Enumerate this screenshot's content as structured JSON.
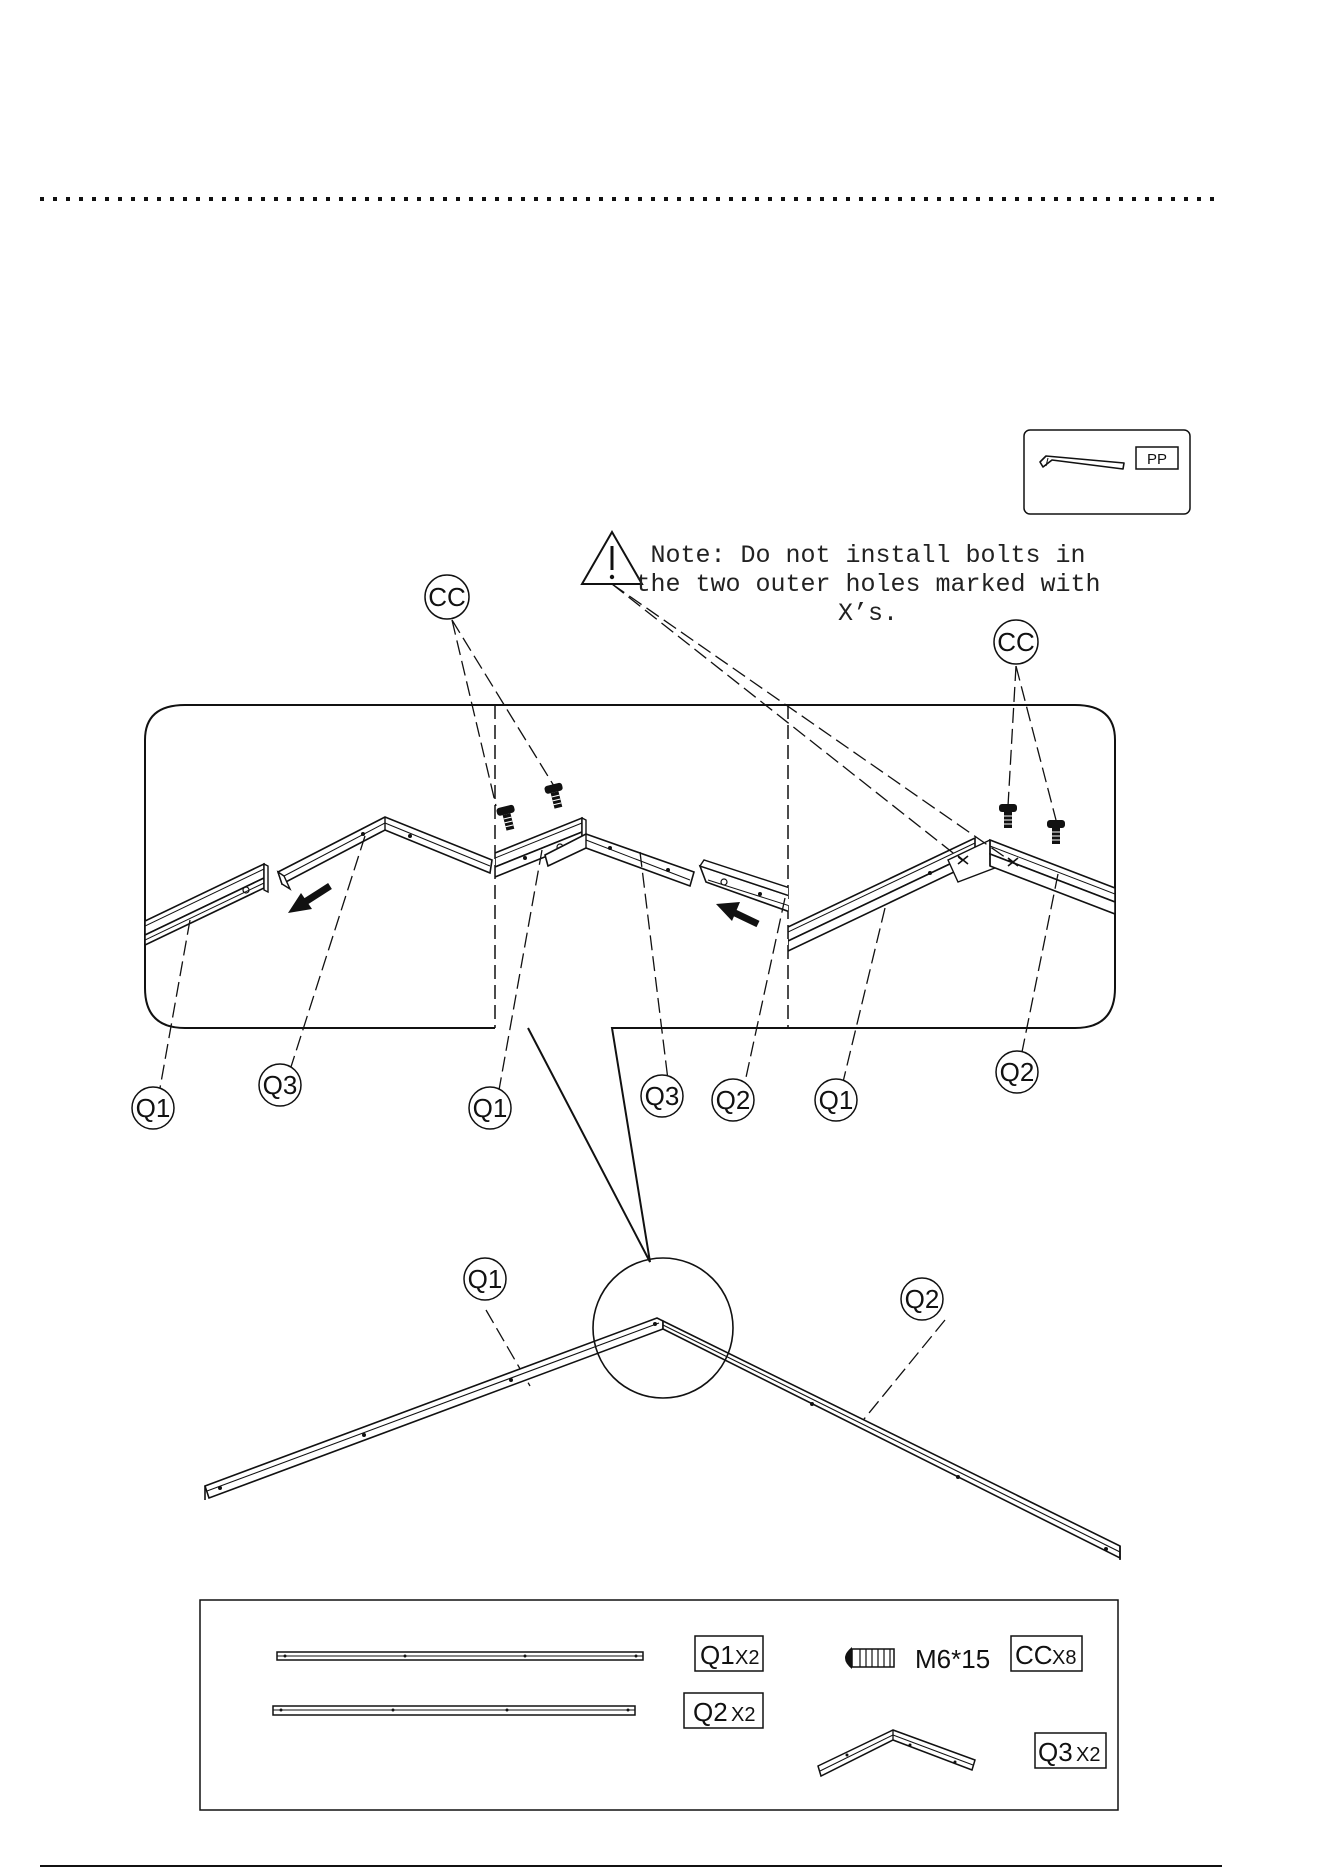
{
  "tool": {
    "label": "PP",
    "icon": "hex-key-icon"
  },
  "warning": {
    "icon": "warning-triangle-icon",
    "lines": [
      "Note: Do not install bolts in",
      "the two outer holes marked with",
      "X’s."
    ]
  },
  "callouts": {
    "cc": "CC",
    "q1": "Q1",
    "q2": "Q2",
    "q3": "Q3"
  },
  "parts_list": {
    "q1": {
      "label": "Q1",
      "qty": "X2"
    },
    "q2": {
      "label": "Q2",
      "qty": "X2"
    },
    "q3": {
      "label": "Q3",
      "qty": "X2"
    },
    "cc": {
      "label": "CC",
      "qty": "X8",
      "spec": "M6*15",
      "icon": "bolt-icon"
    }
  }
}
